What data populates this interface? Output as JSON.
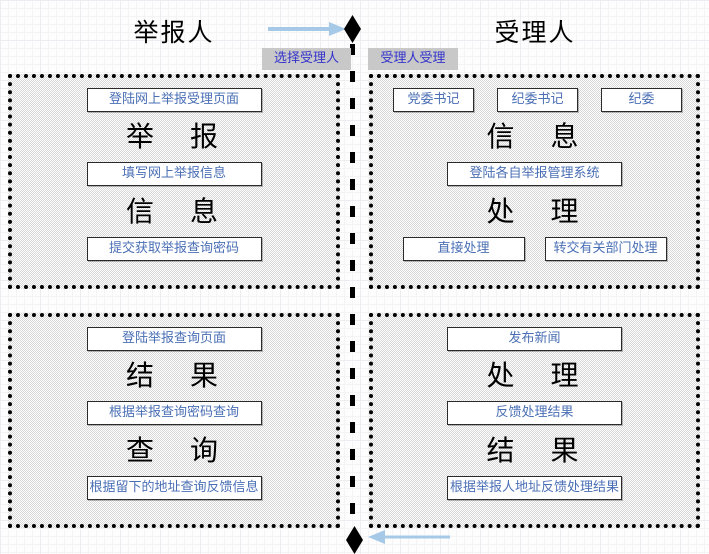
{
  "header": {
    "left_title": "举报人",
    "right_title": "受理人"
  },
  "flow_labels": {
    "select_handler": "选择受理人",
    "handler_accepts": "受理人受理"
  },
  "quadrants": {
    "top_left": {
      "step1": "登陆网上举报受理页面",
      "big1": "举　报",
      "step2": "填写网上举报信息",
      "big2": "信　息",
      "step3": "提交获取举报查询密码"
    },
    "top_right": {
      "role1": "党委书记",
      "role2": "纪委书记",
      "role3": "纪委",
      "big1": "信　息",
      "step1": "登陆各自举报管理系统",
      "big2": "处　理",
      "action1": "直接处理",
      "action2": "转交有关部门处理"
    },
    "bottom_left": {
      "step1": "登陆举报查询页面",
      "big1": "结　果",
      "step2": "根据举报查询密码查询",
      "big2": "查　询",
      "step3": "根据留下的地址查询反馈信息"
    },
    "bottom_right": {
      "step1": "发布新闻",
      "big1": "处　理",
      "step2": "反馈处理结果",
      "big2": "结　果",
      "step3": "根据举报人地址反馈处理结果"
    }
  },
  "icons": {
    "top_connector": "diamond",
    "bottom_connector": "diamond",
    "top_arrow": "right-arrow",
    "bottom_arrow": "left-arrow"
  },
  "colors": {
    "node_text": "#4a6fb5",
    "flow_label_text": "#3333cc",
    "flow_label_bg": "#c8c8c8",
    "arrow": "#a6c9e8",
    "connector": "#000000",
    "quad_fill": "#e2e2e2"
  }
}
